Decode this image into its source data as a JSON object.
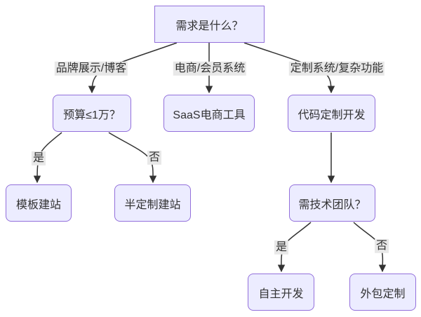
{
  "diagram": {
    "type": "flowchart",
    "direction": "top-down",
    "nodes": [
      {
        "label": "需求是什么？",
        "shape": "rect"
      },
      {
        "label": "预算≤1万？",
        "shape": "rounded"
      },
      {
        "label": "SaaS电商工具",
        "shape": "rounded"
      },
      {
        "label": "代码定制开发",
        "shape": "rounded"
      },
      {
        "label": "模板建站",
        "shape": "rounded"
      },
      {
        "label": "半定制建站",
        "shape": "rounded"
      },
      {
        "label": "需技术团队？",
        "shape": "rounded"
      },
      {
        "label": "自主开发",
        "shape": "rounded"
      },
      {
        "label": "外包定制",
        "shape": "rounded"
      }
    ],
    "edges": [
      {
        "from": "需求是什么？",
        "to": "预算≤1万？",
        "label": "品牌展示/博客"
      },
      {
        "from": "需求是什么？",
        "to": "SaaS电商工具",
        "label": "电商/会员系统"
      },
      {
        "from": "需求是什么？",
        "to": "代码定制开发",
        "label": "定制系统/复杂功能"
      },
      {
        "from": "预算≤1万？",
        "to": "模板建站",
        "label": "是"
      },
      {
        "from": "预算≤1万？",
        "to": "半定制建站",
        "label": "否"
      },
      {
        "from": "代码定制开发",
        "to": "需技术团队？",
        "label": ""
      },
      {
        "from": "需技术团队？",
        "to": "自主开发",
        "label": "是"
      },
      {
        "from": "需技术团队？",
        "to": "外包定制",
        "label": "否"
      }
    ],
    "colors": {
      "node_fill": "#ECECFF",
      "node_border": "#9370DB",
      "edge_line": "#333333",
      "edge_label_bg": "#e8e8e8",
      "text": "#333333",
      "background": "#ffffff"
    }
  }
}
